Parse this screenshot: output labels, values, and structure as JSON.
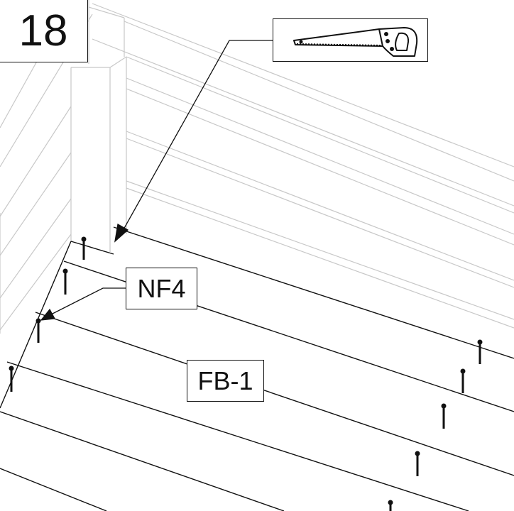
{
  "step_number": "18",
  "labels": {
    "nail": "NF4",
    "floor_board": "FB-1"
  },
  "tool_icon": "hand-saw-icon",
  "colors": {
    "line": "#111111",
    "light_line": "#c8c8c8",
    "background": "#ffffff"
  }
}
